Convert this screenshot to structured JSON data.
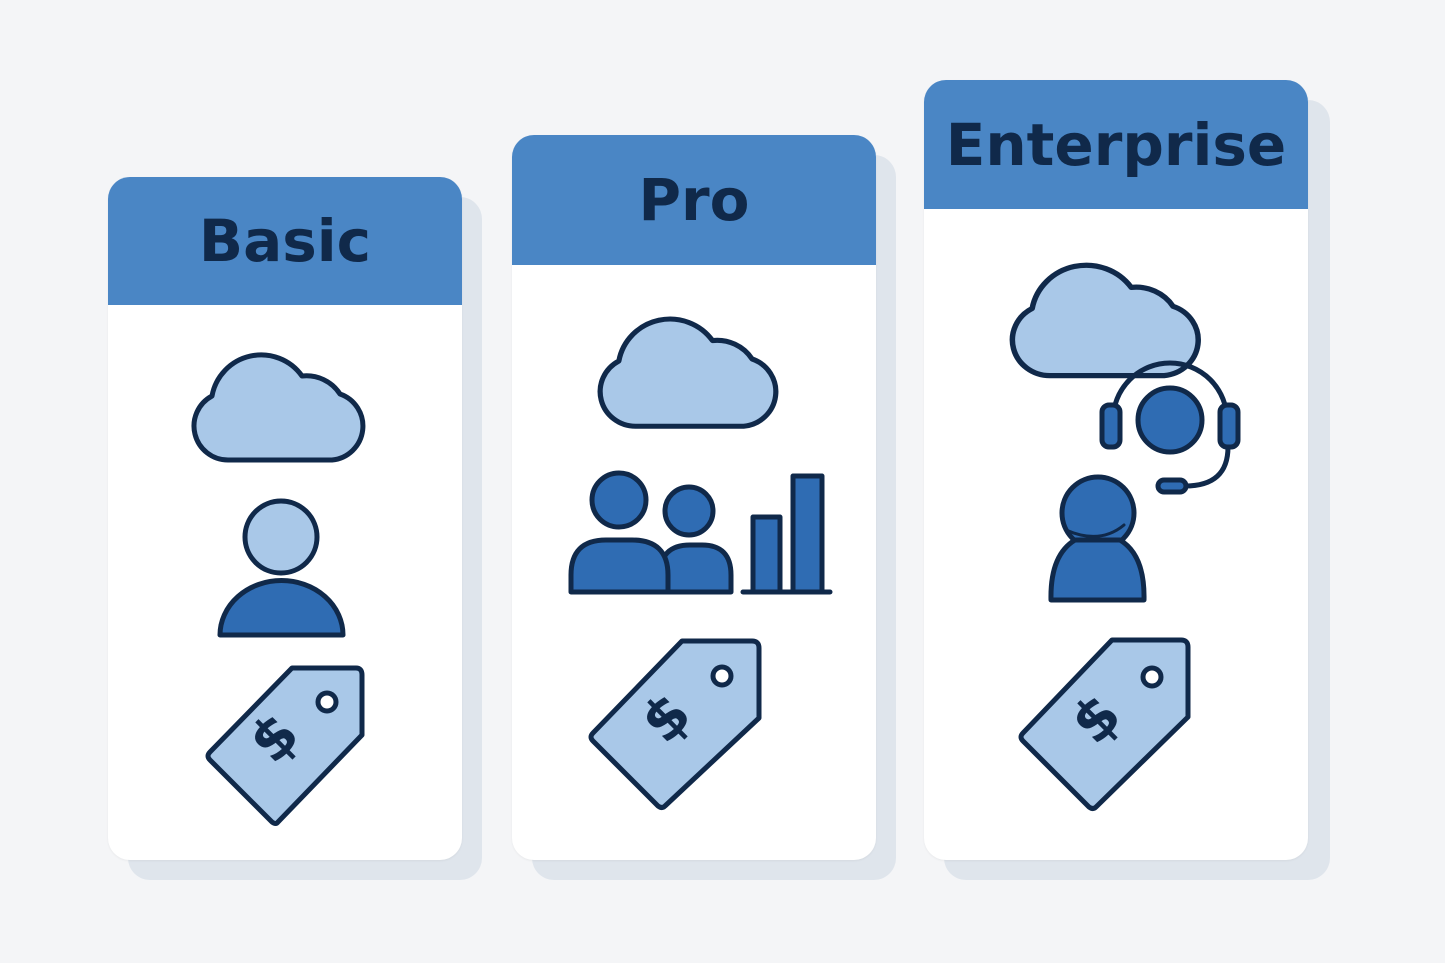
{
  "tiers": [
    {
      "title": "Basic",
      "icons": [
        "cloud-icon",
        "user-icon",
        "price-tag-icon"
      ]
    },
    {
      "title": "Pro",
      "icons": [
        "cloud-icon",
        "users-icon",
        "bar-chart-icon",
        "price-tag-icon"
      ]
    },
    {
      "title": "Enterprise",
      "icons": [
        "cloud-icon",
        "headset-support-icon",
        "user-icon",
        "price-tag-icon"
      ]
    }
  ],
  "price_symbol": "$",
  "colors": {
    "header": "#4a86c5",
    "outline": "#10294a",
    "light_fill": "#a9c8e8",
    "dark_fill": "#2f6cb3",
    "background": "#f4f5f7"
  }
}
